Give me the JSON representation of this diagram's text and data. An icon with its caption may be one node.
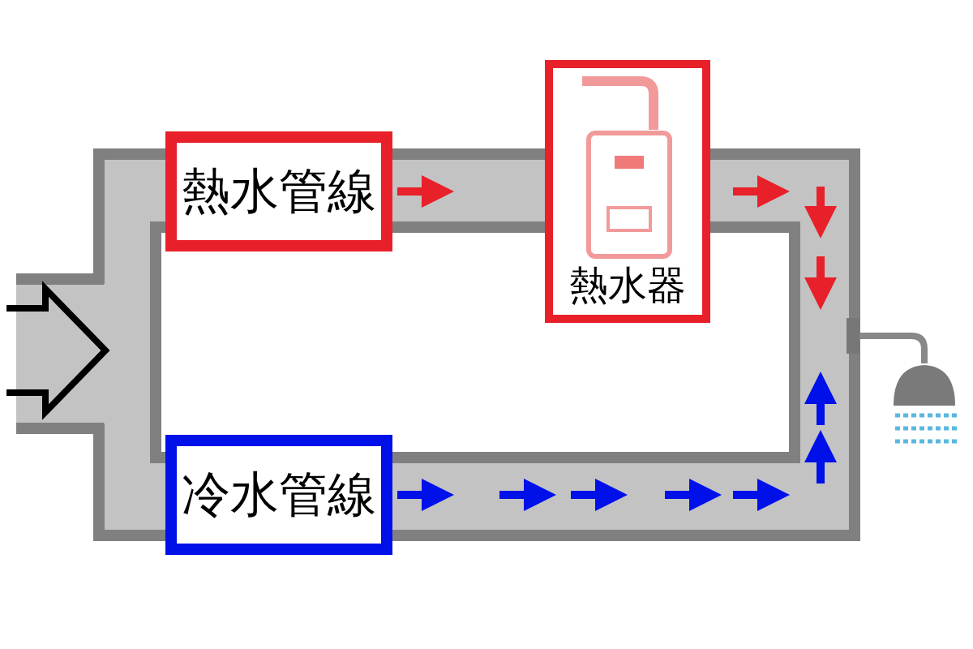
{
  "diagram": {
    "nodes": [
      {
        "text": [
          "熱水管線"
        ]
      },
      {
        "text": [
          "冷水管線"
        ]
      },
      {
        "text": [
          "熱水器"
        ]
      }
    ]
  }
}
